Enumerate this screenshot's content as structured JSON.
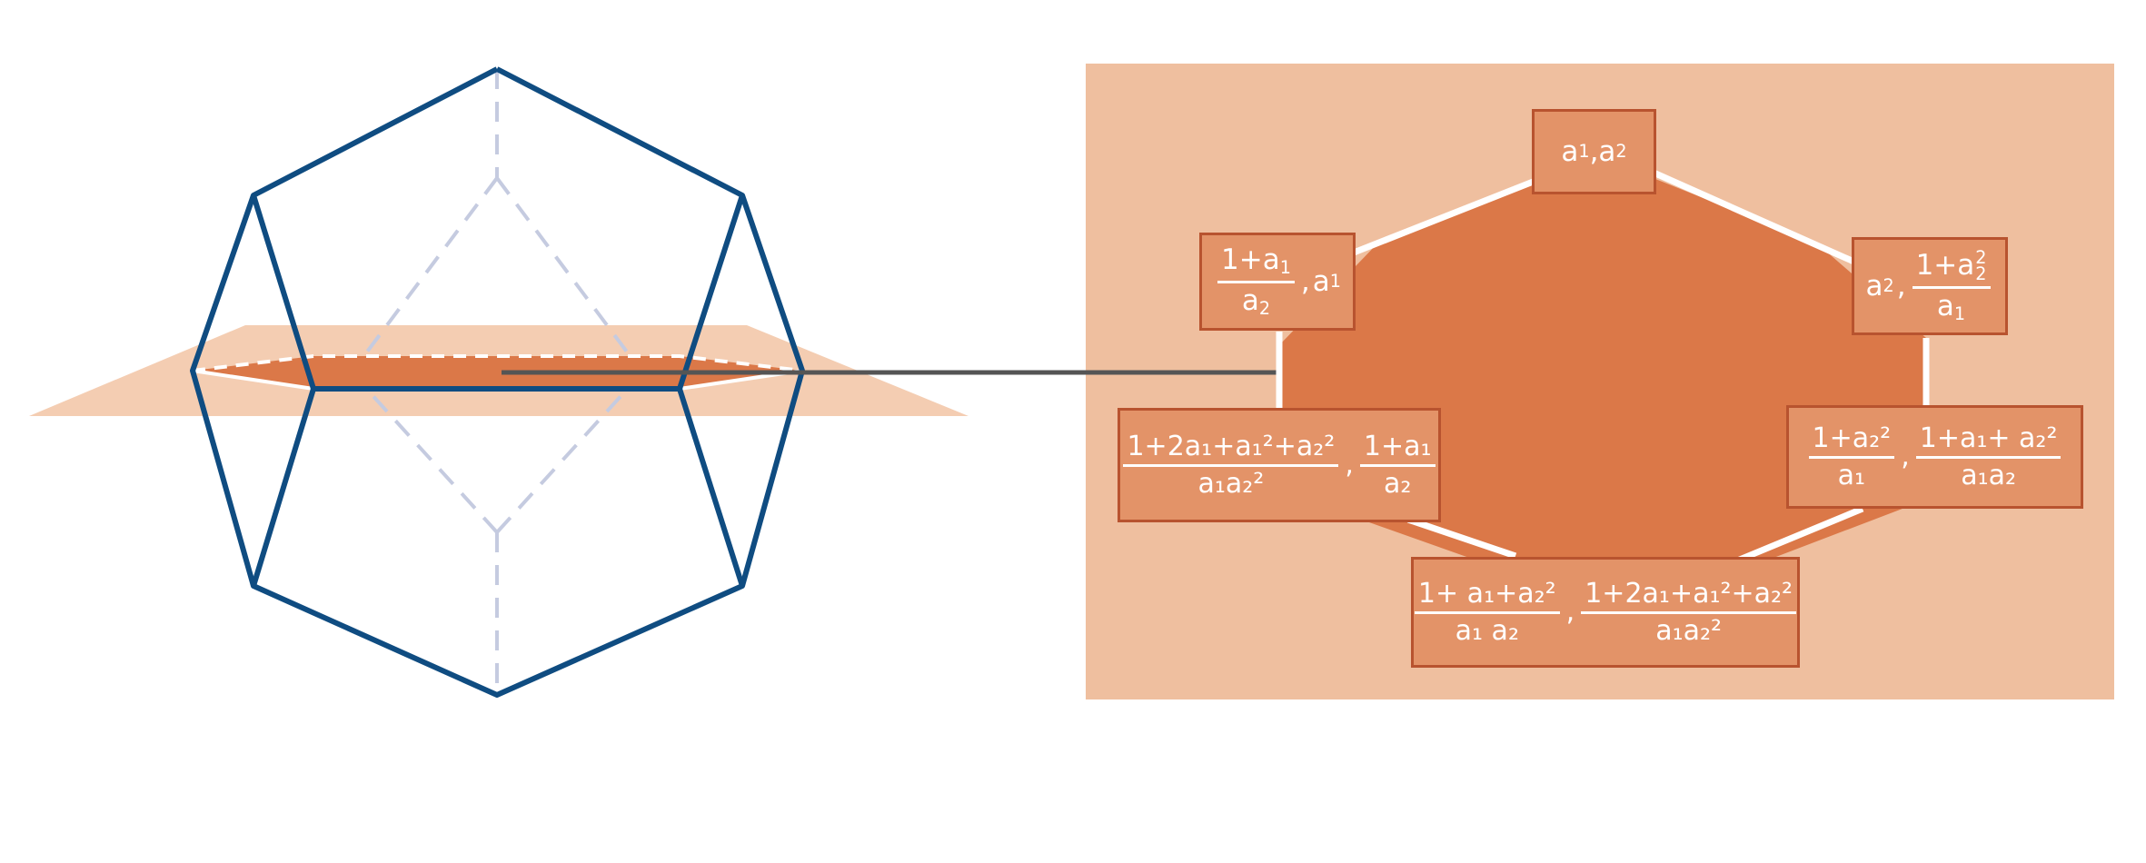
{
  "colors": {
    "polygon_outline": "#0f4c81",
    "hidden_edges": "#c5cbe0",
    "plane_light": "#f0c0a0",
    "slice_fill": "#db7848",
    "panel_bg": "#efbf9f",
    "label_bg": "#e39368",
    "label_border": "#b8532f",
    "arrow": "#555555"
  },
  "labels": {
    "top": {
      "x": "a",
      "y": "a"
    },
    "upper_left": {
      "num": "1+a",
      "den": "a",
      "second": "a"
    },
    "upper_right": {
      "first": "a",
      "num": "1+a",
      "den": "a"
    },
    "lower_left": {
      "num": "1+2a₁+a₁²+a₂²",
      "den": "a₁a₂²",
      "num2": "1+a₁",
      "den2": "a₂"
    },
    "lower_right": {
      "num": "1+a₂²",
      "den": "a₁",
      "num2": "1+a₁+ a₂²",
      "den2": "a₁a₂"
    },
    "bottom": {
      "num": "1+ a₁+a₂²",
      "den": "a₁ a₂",
      "num2": "1+2a₁+a₁²+a₂²",
      "den2": "a₁a₂²"
    }
  }
}
